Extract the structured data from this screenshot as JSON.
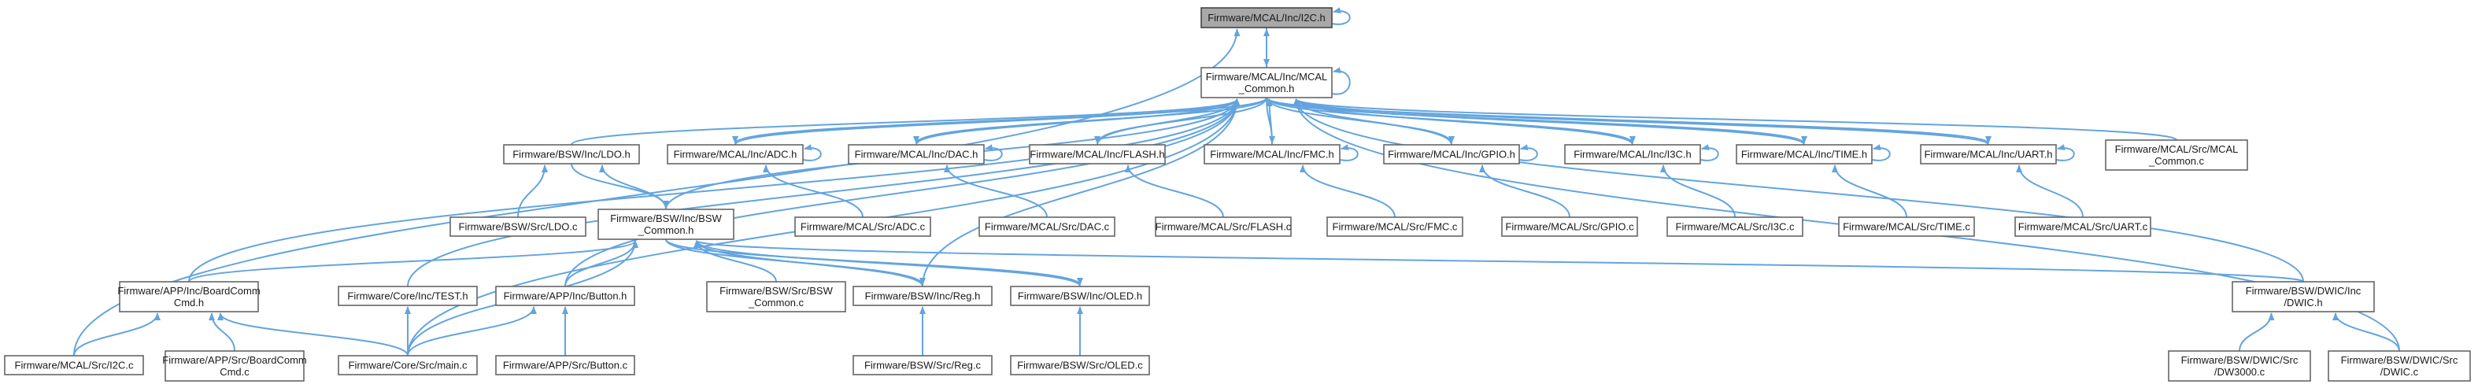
{
  "nodes": [
    {
      "id": "i2c_h",
      "lines": [
        "Firmware/MCAL/Inc/I2C.h"
      ],
      "root": true
    },
    {
      "id": "mcal_common_h",
      "lines": [
        "Firmware/MCAL/Inc/MCAL",
        "_Common.h"
      ]
    },
    {
      "id": "ldo_h",
      "lines": [
        "Firmware/BSW/Inc/LDO.h"
      ]
    },
    {
      "id": "adc_h",
      "lines": [
        "Firmware/MCAL/Inc/ADC.h"
      ]
    },
    {
      "id": "dac_h",
      "lines": [
        "Firmware/MCAL/Inc/DAC.h"
      ]
    },
    {
      "id": "flash_h",
      "lines": [
        "Firmware/MCAL/Inc/FLASH.h"
      ]
    },
    {
      "id": "fmc_h",
      "lines": [
        "Firmware/MCAL/Inc/FMC.h"
      ]
    },
    {
      "id": "gpio_h",
      "lines": [
        "Firmware/MCAL/Inc/GPIO.h"
      ]
    },
    {
      "id": "i3c_h",
      "lines": [
        "Firmware/MCAL/Inc/I3C.h"
      ]
    },
    {
      "id": "time_h",
      "lines": [
        "Firmware/MCAL/Inc/TIME.h"
      ]
    },
    {
      "id": "uart_h",
      "lines": [
        "Firmware/MCAL/Inc/UART.h"
      ]
    },
    {
      "id": "mcal_common_c",
      "lines": [
        "Firmware/MCAL/Src/MCAL",
        "_Common.c"
      ]
    },
    {
      "id": "ldo_c",
      "lines": [
        "Firmware/BSW/Src/LDO.c"
      ]
    },
    {
      "id": "bsw_common_h",
      "lines": [
        "Firmware/BSW/Inc/BSW",
        "_Common.h"
      ]
    },
    {
      "id": "adc_c",
      "lines": [
        "Firmware/MCAL/Src/ADC.c"
      ]
    },
    {
      "id": "dac_c",
      "lines": [
        "Firmware/MCAL/Src/DAC.c"
      ]
    },
    {
      "id": "flash_c",
      "lines": [
        "Firmware/MCAL/Src/FLASH.c"
      ]
    },
    {
      "id": "fmc_c",
      "lines": [
        "Firmware/MCAL/Src/FMC.c"
      ]
    },
    {
      "id": "gpio_c",
      "lines": [
        "Firmware/MCAL/Src/GPIO.c"
      ]
    },
    {
      "id": "i3c_c",
      "lines": [
        "Firmware/MCAL/Src/I3C.c"
      ]
    },
    {
      "id": "time_c",
      "lines": [
        "Firmware/MCAL/Src/TIME.c"
      ]
    },
    {
      "id": "uart_c",
      "lines": [
        "Firmware/MCAL/Src/UART.c"
      ]
    },
    {
      "id": "boardcomm_h",
      "lines": [
        "Firmware/APP/Inc/BoardComm",
        "Cmd.h"
      ]
    },
    {
      "id": "test_h",
      "lines": [
        "Firmware/Core/Inc/TEST.h"
      ]
    },
    {
      "id": "button_h",
      "lines": [
        "Firmware/APP/Inc/Button.h"
      ]
    },
    {
      "id": "bsw_common_c",
      "lines": [
        "Firmware/BSW/Src/BSW",
        "_Common.c"
      ]
    },
    {
      "id": "reg_h",
      "lines": [
        "Firmware/BSW/Inc/Reg.h"
      ]
    },
    {
      "id": "oled_h",
      "lines": [
        "Firmware/BSW/Inc/OLED.h"
      ]
    },
    {
      "id": "dwic_h",
      "lines": [
        "Firmware/BSW/DWIC/Inc",
        "/DWIC.h"
      ]
    },
    {
      "id": "i2c_c",
      "lines": [
        "Firmware/MCAL/Src/I2C.c"
      ]
    },
    {
      "id": "boardcomm_c",
      "lines": [
        "Firmware/APP/Src/BoardComm",
        "Cmd.c"
      ]
    },
    {
      "id": "main_c",
      "lines": [
        "Firmware/Core/Src/main.c"
      ]
    },
    {
      "id": "button_c",
      "lines": [
        "Firmware/APP/Src/Button.c"
      ]
    },
    {
      "id": "reg_c",
      "lines": [
        "Firmware/BSW/Src/Reg.c"
      ]
    },
    {
      "id": "oled_c",
      "lines": [
        "Firmware/BSW/Src/OLED.c"
      ]
    },
    {
      "id": "dw3000_c",
      "lines": [
        "Firmware/BSW/DWIC/Src",
        "/DW3000.c"
      ]
    },
    {
      "id": "dwic_c",
      "lines": [
        "Firmware/BSW/DWIC/Src",
        "/DWIC.c"
      ]
    }
  ],
  "edges": [
    [
      "mcal_common_h",
      "i2c_h"
    ],
    [
      "i2c_h",
      "mcal_common_h"
    ],
    [
      "i2c_c",
      "i2c_h"
    ],
    [
      "i2c_h",
      "i2c_h"
    ],
    [
      "ldo_h",
      "mcal_common_h"
    ],
    [
      "adc_h",
      "mcal_common_h"
    ],
    [
      "dac_h",
      "mcal_common_h"
    ],
    [
      "flash_h",
      "mcal_common_h"
    ],
    [
      "fmc_h",
      "mcal_common_h"
    ],
    [
      "gpio_h",
      "mcal_common_h"
    ],
    [
      "i3c_h",
      "mcal_common_h"
    ],
    [
      "time_h",
      "mcal_common_h"
    ],
    [
      "uart_h",
      "mcal_common_h"
    ],
    [
      "mcal_common_c",
      "mcal_common_h"
    ],
    [
      "boardcomm_h",
      "mcal_common_h"
    ],
    [
      "test_h",
      "mcal_common_h"
    ],
    [
      "button_h",
      "mcal_common_h"
    ],
    [
      "main_c",
      "mcal_common_h"
    ],
    [
      "reg_h",
      "mcal_common_h"
    ],
    [
      "dwic_h",
      "mcal_common_h"
    ],
    [
      "dwic_c",
      "mcal_common_h"
    ],
    [
      "bsw_common_h",
      "mcal_common_h"
    ],
    [
      "mcal_common_h",
      "adc_h"
    ],
    [
      "mcal_common_h",
      "dac_h"
    ],
    [
      "mcal_common_h",
      "flash_h"
    ],
    [
      "mcal_common_h",
      "fmc_h"
    ],
    [
      "mcal_common_h",
      "gpio_h"
    ],
    [
      "mcal_common_h",
      "i3c_h"
    ],
    [
      "mcal_common_h",
      "time_h"
    ],
    [
      "mcal_common_h",
      "uart_h"
    ],
    [
      "mcal_common_h",
      "mcal_common_h"
    ],
    [
      "adc_h",
      "adc_h"
    ],
    [
      "dac_h",
      "dac_h"
    ],
    [
      "fmc_h",
      "fmc_h"
    ],
    [
      "gpio_h",
      "gpio_h"
    ],
    [
      "i3c_h",
      "i3c_h"
    ],
    [
      "time_h",
      "time_h"
    ],
    [
      "uart_h",
      "uart_h"
    ],
    [
      "ldo_c",
      "ldo_h"
    ],
    [
      "bsw_common_h",
      "ldo_h"
    ],
    [
      "ldo_h",
      "bsw_common_h"
    ],
    [
      "adc_c",
      "adc_h"
    ],
    [
      "dac_c",
      "dac_h"
    ],
    [
      "flash_c",
      "flash_h"
    ],
    [
      "fmc_c",
      "fmc_h"
    ],
    [
      "gpio_c",
      "gpio_h"
    ],
    [
      "i3c_c",
      "i3c_h"
    ],
    [
      "time_c",
      "time_h"
    ],
    [
      "uart_c",
      "uart_h"
    ],
    [
      "boardcomm_h",
      "bsw_common_h"
    ],
    [
      "button_h",
      "bsw_common_h"
    ],
    [
      "bsw_common_c",
      "bsw_common_h"
    ],
    [
      "reg_h",
      "bsw_common_h"
    ],
    [
      "oled_h",
      "bsw_common_h"
    ],
    [
      "dwic_h",
      "bsw_common_h"
    ],
    [
      "main_c",
      "bsw_common_h"
    ],
    [
      "bsw_common_h",
      "reg_h"
    ],
    [
      "bsw_common_h",
      "oled_h"
    ],
    [
      "i2c_c",
      "boardcomm_h"
    ],
    [
      "boardcomm_c",
      "boardcomm_h"
    ],
    [
      "main_c",
      "boardcomm_h"
    ],
    [
      "main_c",
      "test_h"
    ],
    [
      "main_c",
      "button_h"
    ],
    [
      "button_c",
      "button_h"
    ],
    [
      "reg_c",
      "reg_h"
    ],
    [
      "oled_c",
      "oled_h"
    ],
    [
      "dw3000_c",
      "dwic_h"
    ],
    [
      "dwic_c",
      "dwic_h"
    ]
  ]
}
